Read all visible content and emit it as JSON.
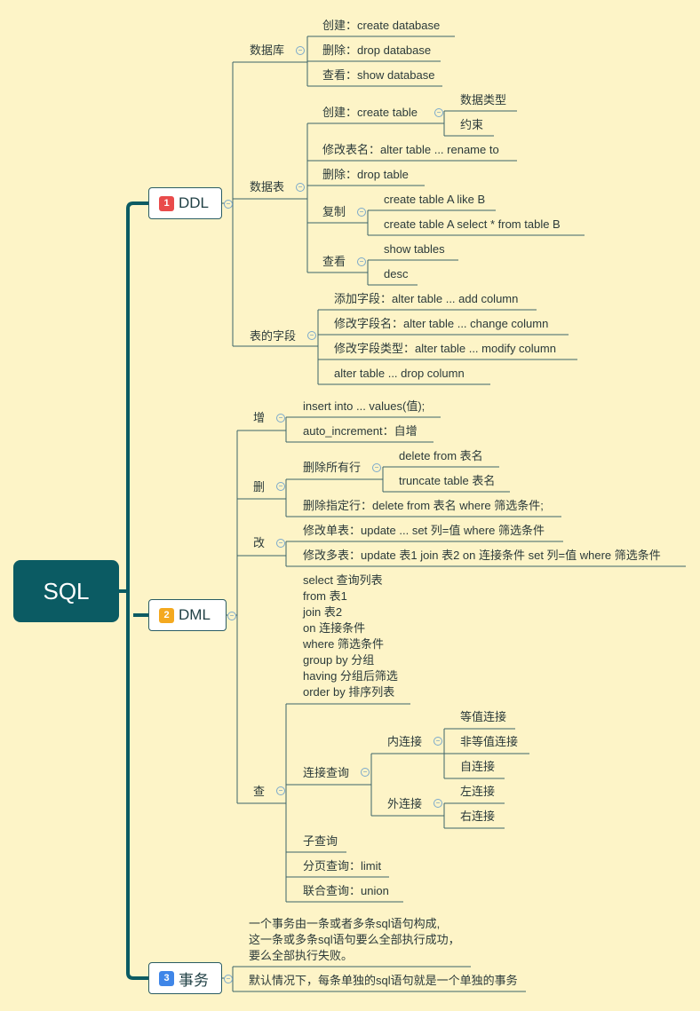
{
  "root": "SQL",
  "ddl": {
    "badge": "1",
    "label": "DDL",
    "database": {
      "label": "数据库",
      "create": "创建：create database",
      "drop": "删除：drop database",
      "show": "查看：show database"
    },
    "table": {
      "label": "数据表",
      "create": "创建：create table",
      "datatype": "数据类型",
      "constraint": "约束",
      "rename": "修改表名：alter table ... rename to",
      "drop": "删除：drop table",
      "copy": "复制",
      "copy_like": "create table A like B",
      "copy_select": "create table A select * from table B",
      "view": "查看",
      "show_tables": "show tables",
      "desc": "desc"
    },
    "fields": {
      "label": "表的字段",
      "add": "添加字段：alter table ... add column",
      "change": "修改字段名：alter table ... change column",
      "modify": "修改字段类型：alter table ... modify column",
      "drop": "alter table ... drop column"
    }
  },
  "dml": {
    "badge": "2",
    "label": "DML",
    "insert": {
      "label": "增",
      "values": "insert into ... values(值);",
      "auto": "auto_increment：自增"
    },
    "delete": {
      "label": "删",
      "all": "删除所有行",
      "delete_from": "delete from 表名",
      "truncate": "truncate table 表名",
      "specified": "删除指定行：delete from 表名 where 筛选条件;"
    },
    "update": {
      "label": "改",
      "single": "修改单表：update ... set 列=值 where 筛选条件",
      "multi": "修改多表：update 表1 join 表2 on 连接条件 set 列=值 where 筛选条件"
    },
    "select": {
      "label": "查",
      "syntax": [
        "select 查询列表",
        "from 表1",
        "join 表2",
        "on 连接条件",
        "where 筛选条件",
        "group by 分组",
        "having 分组后筛选",
        "order by 排序列表"
      ],
      "join": "连接查询",
      "inner": "内连接",
      "equi": "等值连接",
      "non_equi": "非等值连接",
      "self": "自连接",
      "outer": "外连接",
      "left": "左连接",
      "right": "右连接",
      "subquery": "子查询",
      "paging": "分页查询：limit",
      "union": "联合查询：union"
    }
  },
  "transaction": {
    "badge": "3",
    "label": "事务",
    "definition": [
      "一个事务由一条或者多条sql语句构成,",
      "这一条或多条sql语句要么全部执行成功，",
      "要么全部执行失败。"
    ],
    "default": "默认情况下，每条单独的sql语句就是一个单独的事务"
  },
  "colors": {
    "background": "#fdf4c7",
    "root": "#0b5b63",
    "line": "#2a5c63",
    "badge1": "#e94b4b",
    "badge2": "#f4a91f",
    "badge3": "#3f86e8"
  }
}
